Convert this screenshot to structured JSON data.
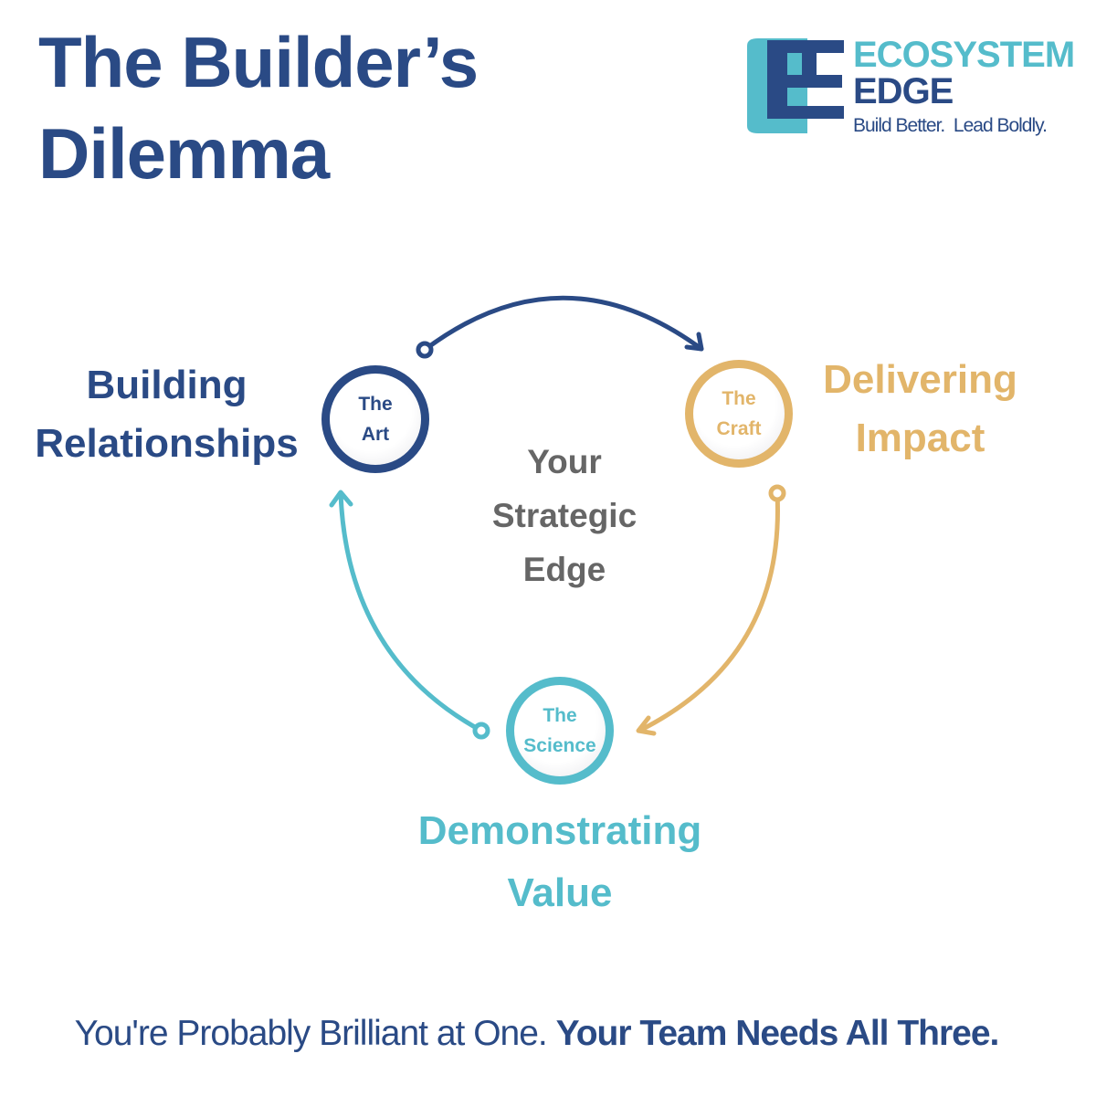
{
  "title": {
    "line1": "The Builder’s",
    "line2": "Dilemma"
  },
  "logo": {
    "name": "ECOSYSTEM",
    "name2": "EDGE",
    "tagline": "Build Better.  Lead Boldly."
  },
  "nodes": [
    {
      "line1": "The",
      "line2": "Art",
      "label1": "Building",
      "label2": "Relationships",
      "color": "#2a4a85"
    },
    {
      "line1": "The",
      "line2": "Craft",
      "label1": "Delivering",
      "label2": "Impact",
      "color": "#e2b56a"
    },
    {
      "line1": "The",
      "line2": "Science",
      "label1": "Demonstrating",
      "label2": "Value",
      "color": "#55bccb"
    }
  ],
  "center": {
    "line1": "Your",
    "line2": "Strategic",
    "line3": "Edge"
  },
  "footer": {
    "normal": "You're Probably Brilliant at One. ",
    "bold": "Your Team Needs All Three."
  }
}
